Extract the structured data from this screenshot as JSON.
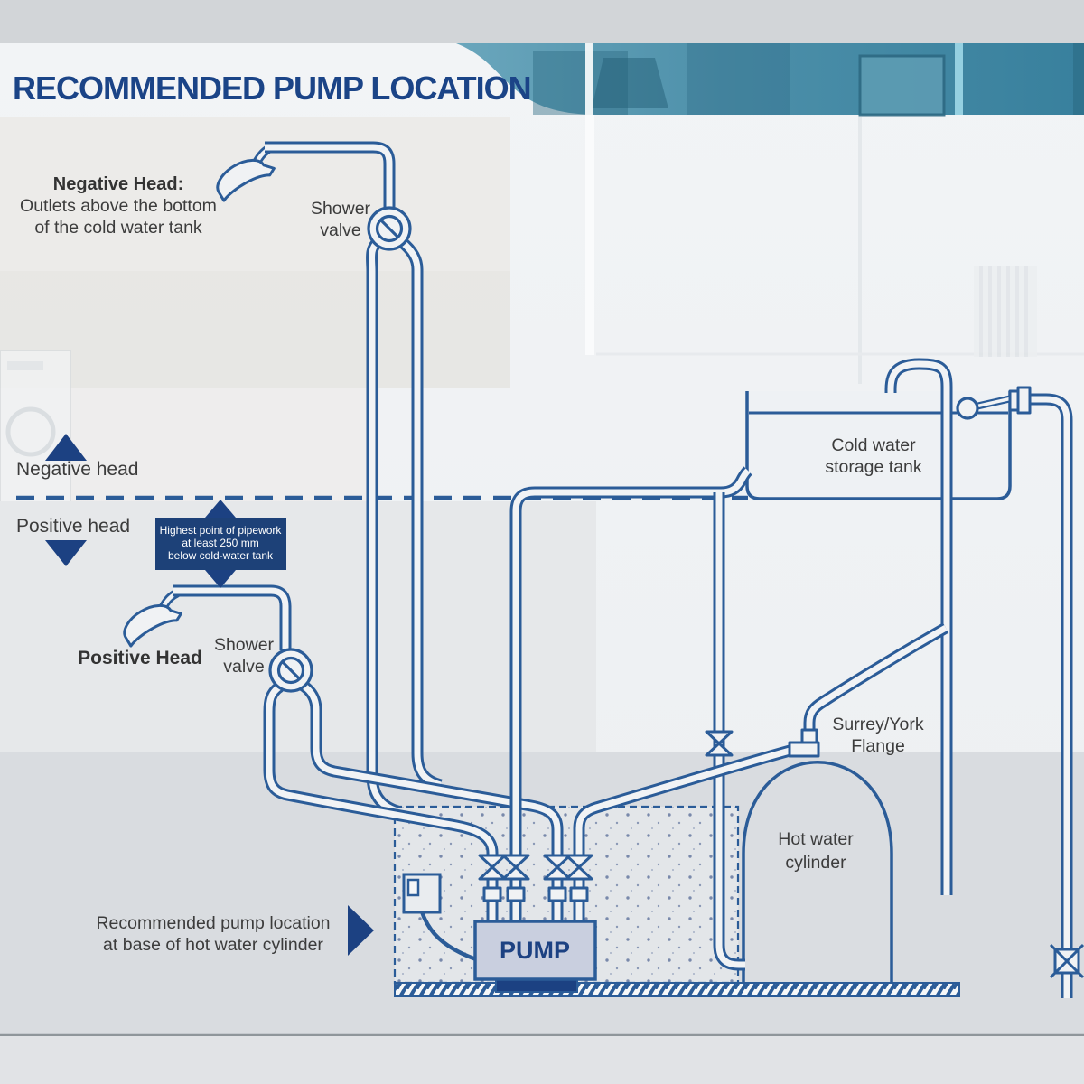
{
  "title": "RECOMMENDED PUMP LOCATION",
  "colors": {
    "pipe": "#2b5c98",
    "navy_accent": "#1c4182",
    "info_box_bg": "#1d4178",
    "teal_band": "#4f93ac",
    "label_text": "#3c3c3c"
  },
  "labels": {
    "negative_note": {
      "line1": "Negative Head:",
      "line2": "Outlets above the bottom",
      "line3": "of the cold water tank"
    },
    "shower_valve": {
      "line1": "Shower",
      "line2": "valve"
    },
    "negative_head": "Negative head",
    "positive_head": "Positive head",
    "pipework_note": {
      "line1": "Highest point of pipework",
      "line2": "at least 250 mm",
      "line3": "below cold-water tank"
    },
    "positive_head_title": "Positive Head",
    "cold_tank": {
      "line1": "Cold water",
      "line2": "storage tank"
    },
    "flange": {
      "line1": "Surrey/York",
      "line2": "Flange"
    },
    "cylinder": {
      "line1": "Hot water",
      "line2": "cylinder"
    },
    "pump": "PUMP",
    "recommendation": {
      "line1": "Recommended pump location",
      "line2": "at base of hot water cylinder"
    }
  }
}
